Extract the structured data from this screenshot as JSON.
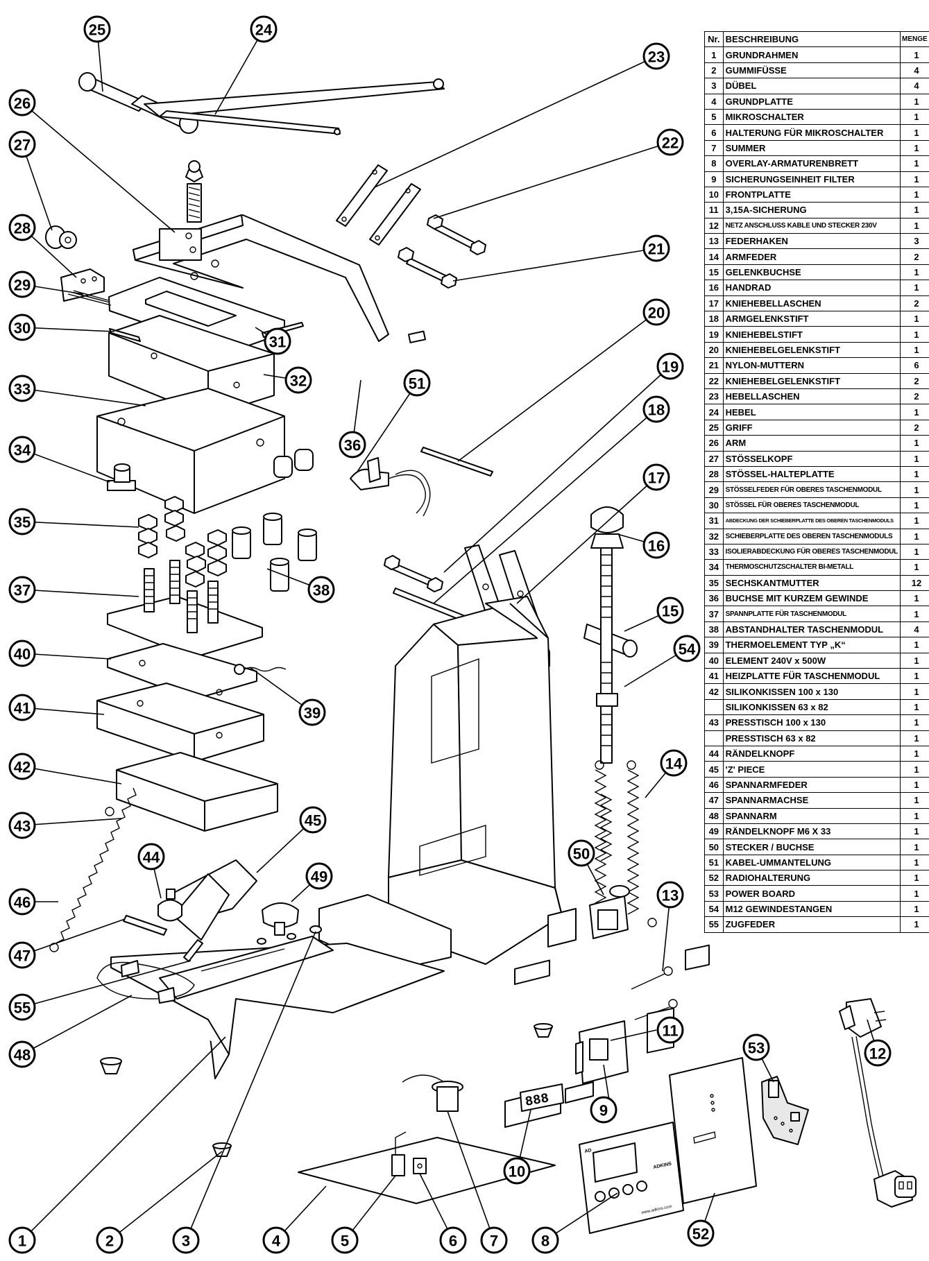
{
  "table": {
    "headers": [
      "Nr.",
      "BESCHREIBUNG",
      "MENGE"
    ],
    "rows": [
      {
        "nr": "1",
        "desc": "GRUNDRAHMEN",
        "qty": "1"
      },
      {
        "nr": "2",
        "desc": "GUMMIFÜSSE",
        "qty": "4"
      },
      {
        "nr": "3",
        "desc": "DÜBEL",
        "qty": "4"
      },
      {
        "nr": "4",
        "desc": "GRUNDPLATTE",
        "qty": "1"
      },
      {
        "nr": "5",
        "desc": "MIKROSCHALTER",
        "qty": "1"
      },
      {
        "nr": "6",
        "desc": "HALTERUNG FÜR MIKROSCHALTER",
        "qty": "1"
      },
      {
        "nr": "7",
        "desc": "SUMMER",
        "qty": "1"
      },
      {
        "nr": "8",
        "desc": "OVERLAY-ARMATURENBRETT",
        "qty": "1"
      },
      {
        "nr": "9",
        "desc": "SICHERUNGSEINHEIT FILTER",
        "qty": "1"
      },
      {
        "nr": "10",
        "desc": "FRONTPLATTE",
        "qty": "1"
      },
      {
        "nr": "11",
        "desc": "3,15A-SICHERUNG",
        "qty": "1"
      },
      {
        "nr": "12",
        "desc": "NETZ ANSCHLUSS KABLE UND STECKER 230V",
        "qty": "1"
      },
      {
        "nr": "13",
        "desc": "FEDERHAKEN",
        "qty": "3"
      },
      {
        "nr": "14",
        "desc": "ARMFEDER",
        "qty": "2"
      },
      {
        "nr": "15",
        "desc": "GELENKBUCHSE",
        "qty": "1"
      },
      {
        "nr": "16",
        "desc": "HANDRAD",
        "qty": "1"
      },
      {
        "nr": "17",
        "desc": "KNIEHEBELLASCHEN",
        "qty": "2"
      },
      {
        "nr": "18",
        "desc": "ARMGELENKSTIFT",
        "qty": "1"
      },
      {
        "nr": "19",
        "desc": "KNIEHEBELSTIFT",
        "qty": "1"
      },
      {
        "nr": "20",
        "desc": "KNIEHEBELGELENKSTIFT",
        "qty": "1"
      },
      {
        "nr": "21",
        "desc": "NYLON-MUTTERN",
        "qty": "6"
      },
      {
        "nr": "22",
        "desc": "KNIEHEBELGELENKSTIFT",
        "qty": "2"
      },
      {
        "nr": "23",
        "desc": "HEBELLASCHEN",
        "qty": "2"
      },
      {
        "nr": "24",
        "desc": "HEBEL",
        "qty": "1"
      },
      {
        "nr": "25",
        "desc": "GRIFF",
        "qty": "2"
      },
      {
        "nr": "26",
        "desc": "ARM",
        "qty": "1"
      },
      {
        "nr": "27",
        "desc": "STÖSSELKOPF",
        "qty": "1"
      },
      {
        "nr": "28",
        "desc": "STÖSSEL-HALTEPLATTE",
        "qty": "1"
      },
      {
        "nr": "29",
        "desc": "STÖSSELFEDER FÜR OBERES TASCHENMODUL",
        "qty": "1"
      },
      {
        "nr": "30",
        "desc": "STÖSSEL FÜR OBERES TASCHENMODUL",
        "qty": "1"
      },
      {
        "nr": "31",
        "desc": "ABDECKUNG DER SCHIEBERPLATTE DES OBEREN TASCHENMODULS",
        "qty": "1"
      },
      {
        "nr": "32",
        "desc": "SCHIEBERPLATTE DES OBEREN TASCHENMODULS",
        "qty": "1"
      },
      {
        "nr": "33",
        "desc": "ISOLIERABDECKUNG FÜR OBERES TASCHENMODUL",
        "qty": "1"
      },
      {
        "nr": "34",
        "desc": "THERMOSCHUTZSCHALTER BI-METALL",
        "qty": "1"
      },
      {
        "nr": "35",
        "desc": "SECHSKANTMUTTER",
        "qty": "12"
      },
      {
        "nr": "36",
        "desc": "BUCHSE MIT KURZEM GEWINDE",
        "qty": "1"
      },
      {
        "nr": "37",
        "desc": "SPANNPLATTE FÜR TASCHENMODUL",
        "qty": "1"
      },
      {
        "nr": "38",
        "desc": "ABSTANDHALTER TASCHENMODUL",
        "qty": "4"
      },
      {
        "nr": "39",
        "desc": "THERMOELEMENT TYP „K“",
        "qty": "1"
      },
      {
        "nr": "40",
        "desc": "ELEMENT 240V x 500W",
        "qty": "1"
      },
      {
        "nr": "41",
        "desc": "HEIZPLATTE FÜR TASCHENMODUL",
        "qty": "1"
      },
      {
        "nr": "42",
        "desc": "SILIKONKISSEN 100 x 130",
        "qty": "1"
      },
      {
        "nr": "",
        "desc": "SILIKONKISSEN 63 x 82",
        "qty": "1"
      },
      {
        "nr": "43",
        "desc": "PRESSTISCH 100 x 130",
        "qty": "1"
      },
      {
        "nr": "",
        "desc": "PRESSTISCH 63 x 82",
        "qty": "1"
      },
      {
        "nr": "44",
        "desc": "RÄNDELKNOPF",
        "qty": "1"
      },
      {
        "nr": "45",
        "desc": "'Z' PIECE",
        "qty": "1"
      },
      {
        "nr": "46",
        "desc": "SPANNARMFEDER",
        "qty": "1"
      },
      {
        "nr": "47",
        "desc": "SPANNARMACHSE",
        "qty": "1"
      },
      {
        "nr": "48",
        "desc": "SPANNARM",
        "qty": "1"
      },
      {
        "nr": "49",
        "desc": "RÄNDELKNOPF M6 X 33",
        "qty": "1"
      },
      {
        "nr": "50",
        "desc": "STECKER / BUCHSE",
        "qty": "1"
      },
      {
        "nr": "51",
        "desc": "KABEL-UMMANTELUNG",
        "qty": "1"
      },
      {
        "nr": "52",
        "desc": "RADIOHALTERUNG",
        "qty": "1"
      },
      {
        "nr": "53",
        "desc": "POWER BOARD",
        "qty": "1"
      },
      {
        "nr": "54",
        "desc": "M12 GEWINDESTANGEN",
        "qty": "1"
      },
      {
        "nr": "55",
        "desc": "ZUGFEDER",
        "qty": "1"
      }
    ]
  },
  "callouts": [
    "1",
    "2",
    "3",
    "4",
    "5",
    "6",
    "7",
    "8",
    "9",
    "10",
    "11",
    "12",
    "13",
    "14",
    "15",
    "16",
    "17",
    "18",
    "19",
    "20",
    "21",
    "22",
    "23",
    "24",
    "25",
    "26",
    "27",
    "28",
    "29",
    "30",
    "31",
    "32",
    "33",
    "34",
    "35",
    "36",
    "37",
    "38",
    "39",
    "40",
    "41",
    "42",
    "43",
    "44",
    "45",
    "46",
    "47",
    "48",
    "49",
    "50",
    "51",
    "52",
    "53",
    "54",
    "55"
  ],
  "display": {
    "value": "888"
  },
  "panel": {
    "brand": "ADKINS",
    "url": "www.adkins.com",
    "model": "AD"
  }
}
